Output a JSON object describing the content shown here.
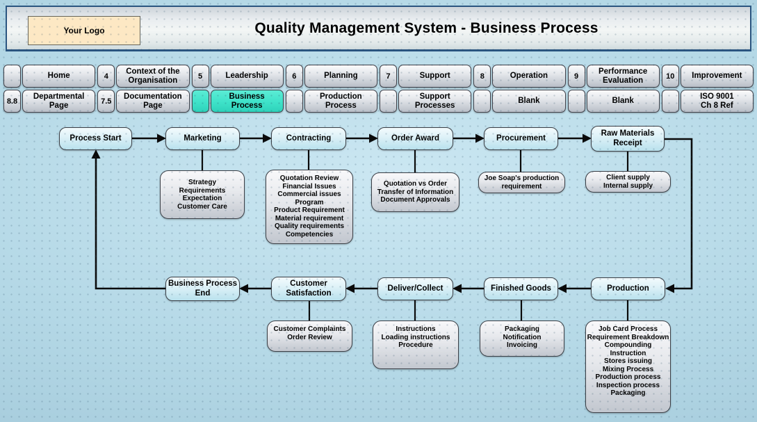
{
  "header": {
    "logo": "Your Logo",
    "title": "Quality Management System - Business Process"
  },
  "nav": {
    "row1": [
      {
        "num": "",
        "label": "Home"
      },
      {
        "num": "4",
        "label": "Context of the\nOrganisation"
      },
      {
        "num": "5",
        "label": "Leadership"
      },
      {
        "num": "6",
        "label": "Planning"
      },
      {
        "num": "7",
        "label": "Support"
      },
      {
        "num": "8",
        "label": "Operation"
      },
      {
        "num": "9",
        "label": "Performance\nEvaluation"
      },
      {
        "num": "10",
        "label": "Improvement"
      }
    ],
    "row2": [
      {
        "num": "8.8",
        "label": "Departmental\nPage"
      },
      {
        "num": "7.5",
        "label": "Documentation\nPage"
      },
      {
        "num": "",
        "label": "Business\nProcess",
        "active": true
      },
      {
        "num": "",
        "label": "Production\nProcess"
      },
      {
        "num": "",
        "label": "Support\nProcesses"
      },
      {
        "num": "",
        "label": "Blank"
      },
      {
        "num": "",
        "label": "Blank"
      },
      {
        "num": "",
        "label": "ISO 9001\nCh 8 Ref"
      }
    ]
  },
  "flowchart": {
    "top_row": {
      "process_start": "Process Start",
      "marketing": "Marketing",
      "contracting": "Contracting",
      "order_award": "Order Award",
      "procurement": "Procurement",
      "raw_materials": "Raw Materials\nReceipt"
    },
    "bottom_row": {
      "business_process_end": "Business Process\nEnd",
      "customer_satisfaction": "Customer\nSatisfaction",
      "deliver_collect": "Deliver/Collect",
      "finished_goods": "Finished Goods",
      "production": "Production"
    },
    "details": {
      "marketing": "Strategy\nRequirements\nExpectation\nCustomer Care",
      "contracting": "Quotation Review\nFinancial Issues\nCommercial issues\nProgram\nProduct Requirement\nMaterial requirement\nQuality requirements\nCompetencies",
      "order_award": "Quotation vs Order\nTransfer of Information\nDocument Approvals",
      "procurement": "Joe Soap's production\nrequirement",
      "raw_materials": "Client supply\nInternal supply",
      "customer_satisfaction": "Customer Complaints\nOrder Review",
      "deliver_collect": "Instructions\nLoading instructions\nProcedure",
      "finished_goods": "Packaging\nNotification\nInvoicing",
      "production": "Job Card Process\nRequirement Breakdown\nCompounding\nInstruction\nStores issuing\nMixing Process\nProduction process\nInspection process\nPackaging"
    }
  },
  "colors": {
    "active_button": "#3EE2C9",
    "node_fill": "#CFEAF4",
    "detail_fill": "#D9DCE1",
    "header_border": "#2A5580",
    "page_background": "#AFD3E2",
    "connector": "#0A0A0A"
  }
}
